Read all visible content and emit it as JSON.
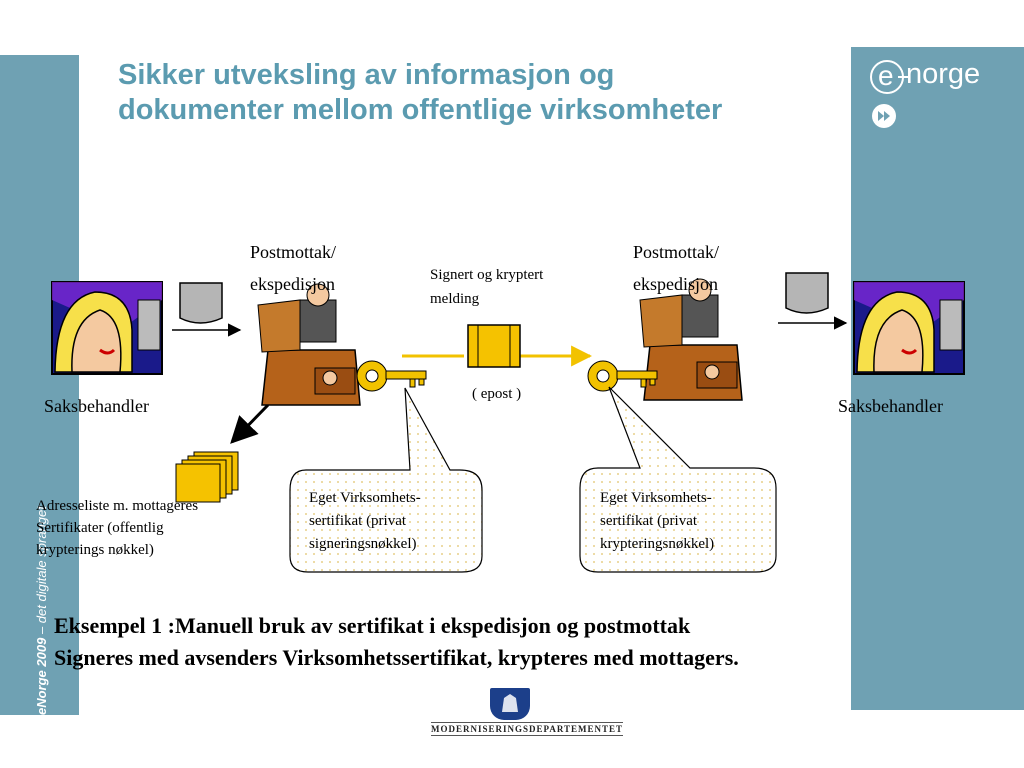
{
  "sidebar": {
    "footer_bold": "eNorge 2009",
    "footer_rest": " – det digitale spranget"
  },
  "title": {
    "line1": "Sikker utveksling av informasjon og",
    "line2": "dokumenter mellom offentlige virksomheter"
  },
  "logo": {
    "e": "e",
    "text": "norge"
  },
  "diagram": {
    "left_clerk": "Saksbehandler",
    "right_clerk": "Saksbehandler",
    "left_office_line1": "Postmottak/",
    "left_office_line2": "ekspedisjon",
    "right_office_line1": "Postmottak/",
    "right_office_line2": "ekspedisjon",
    "message_line1": "Signert og kryptert",
    "message_line2": "melding",
    "channel": "( epost )",
    "address_line1": "Adresseliste m. mottageres",
    "address_line2": "Sertifikater  (offentlig",
    "address_line3": "krypterings nøkkel)",
    "callout_left_line1": "Eget Virksomhets-",
    "callout_left_line2": "sertifikat (privat",
    "callout_left_line3": "signeringsnøkkel)",
    "callout_right_line1": "Eget Virksomhets-",
    "callout_right_line2": "sertifikat  (privat",
    "callout_right_line3": "krypteringsnøkkel)"
  },
  "example": {
    "line1": "Eksempel 1 :Manuell bruk av sertifikat i ekspedisjon og postmottak",
    "line2": "Signeres med avsenders Virksomhetssertifikat, krypteres med mottagers."
  },
  "footer": {
    "department": "MODERNISERINGSDEPARTEMENTET"
  },
  "colors": {
    "accent": "#5b9bb0",
    "bar": "#6fa1b3",
    "key": "#f2c200",
    "envelope": "#f5c200"
  }
}
